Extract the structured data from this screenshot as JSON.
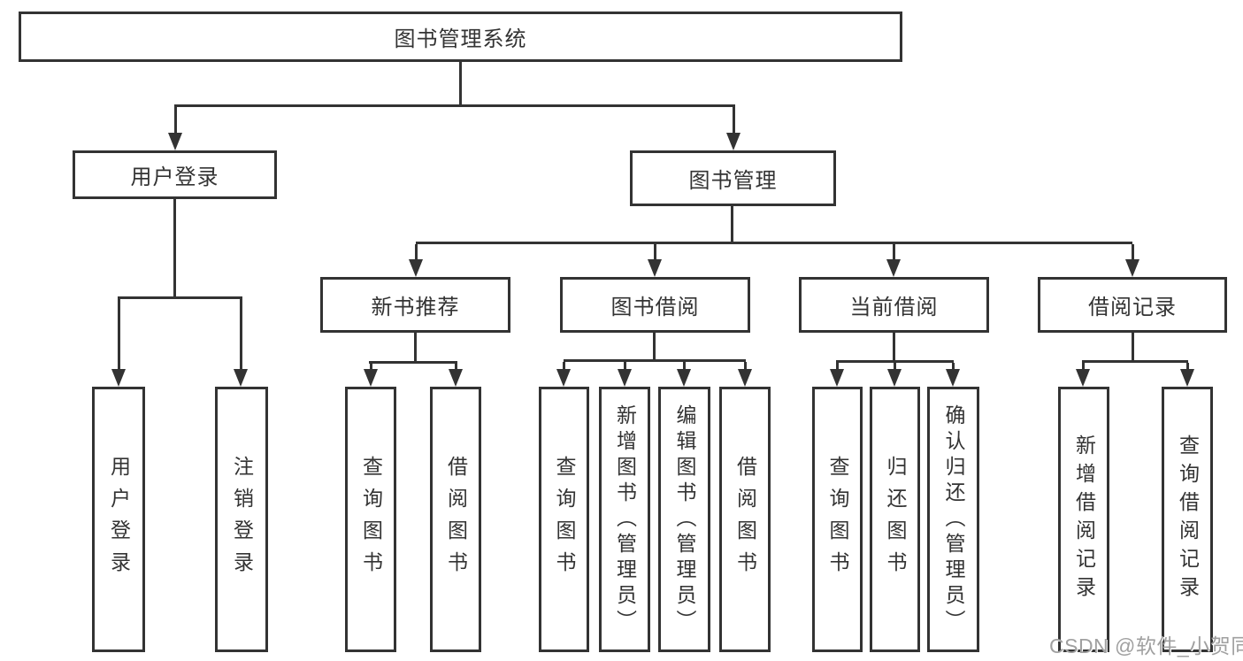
{
  "diagram": {
    "type": "hierarchy-functional-structure",
    "line_color": "#333333",
    "text_color": "#333333",
    "background": "#ffffff",
    "hierarchy": {
      "root": "图书管理系统",
      "children": [
        {
          "label": "用户登录",
          "children": [
            "用户登录",
            "注销登录"
          ]
        },
        {
          "label": "图书管理",
          "children": [
            {
              "label": "新书推荐",
              "children": [
                "查询图书",
                "借阅图书"
              ]
            },
            {
              "label": "图书借阅",
              "children": [
                "查询图书",
                "新增图书（管理员）",
                "编辑图书（管理员）",
                "借阅图书"
              ]
            },
            {
              "label": "当前借阅",
              "children": [
                "查询图书",
                "归还图书",
                "确认归还（管理员）"
              ]
            },
            {
              "label": "借阅记录",
              "children": [
                "新增借阅记录",
                "查询借阅记录"
              ]
            }
          ]
        }
      ]
    }
  },
  "nodes": {
    "root": {
      "label": "图书管理系统"
    },
    "user_login": {
      "label": "用户登录"
    },
    "book_mgmt": {
      "label": "图书管理"
    },
    "new_book_rec": {
      "label": "新书推荐"
    },
    "book_borrow": {
      "label": "图书借阅"
    },
    "current_borrow": {
      "label": "当前借阅"
    },
    "borrow_record": {
      "label": "借阅记录"
    },
    "leaf_user_login": {
      "label": "用户登录"
    },
    "leaf_logout": {
      "label": "注销登录"
    },
    "leaf_nb_query": {
      "label": "查询图书"
    },
    "leaf_nb_borrow": {
      "label": "借阅图书"
    },
    "leaf_bb_query": {
      "label": "查询图书"
    },
    "leaf_bb_add": {
      "label": "新增图书（管理员）"
    },
    "leaf_bb_edit": {
      "label": "编辑图书（管理员）"
    },
    "leaf_bb_borrow": {
      "label": "借阅图书"
    },
    "leaf_cb_query": {
      "label": "查询图书"
    },
    "leaf_cb_return": {
      "label": "归还图书"
    },
    "leaf_cb_confirm": {
      "label": "确认归还（管理员）"
    },
    "leaf_br_add": {
      "label": "新增借阅记录"
    },
    "leaf_br_query": {
      "label": "查询借阅记录"
    }
  },
  "watermark": {
    "text": "CSDN @软件_小贺同学"
  }
}
